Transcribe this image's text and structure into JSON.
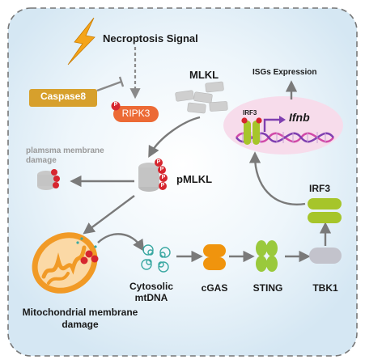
{
  "labels": {
    "necroptosis_signal": "Necroptosis Signal",
    "caspase8": "Caspase8",
    "ripk3": "RIPK3",
    "mlkl": "MLKL",
    "pmlkl": "pMLKL",
    "plasma_membrane_line1": "plamsma membrane",
    "plasma_membrane_line2": "damage",
    "isgs_expression": "ISGs Expression",
    "irf3_dimer": "IRF3",
    "ifnb": "Ifnb",
    "irf3": "IRF3",
    "cytosolic_line1": "Cytosolic",
    "cytosolic_line2": "mtDNA",
    "cgas": "cGAS",
    "sting": "STING",
    "tbk1": "TBK1",
    "mito_line1": "Mitochondrial membrane",
    "mito_line2": "damage"
  },
  "phospho_mark": "P",
  "colors": {
    "background_glow": "#dcecf6",
    "dashed_border": "#777777",
    "arrow": "#7a7a7a",
    "caspase8_box": "#d7a02c",
    "ripk3_box": "#ec6a35",
    "phospho": "#d6262f",
    "mlkl_block": "#cfcfcf",
    "nucleus": "#f7dceb",
    "irf3_green": "#a6c52a",
    "cgas_orange": "#f0940d",
    "sting_green": "#9ac93c",
    "tbk1_grey": "#c3c3cc",
    "dna_pink": "#d14aa8",
    "dna_purple": "#7f3fb0",
    "mtdna": "#3aa8a2",
    "mito_orange": "#f19a26"
  },
  "icons": [
    "lightning-icon",
    "mitochondrion-icon",
    "dna-helix-icon"
  ]
}
